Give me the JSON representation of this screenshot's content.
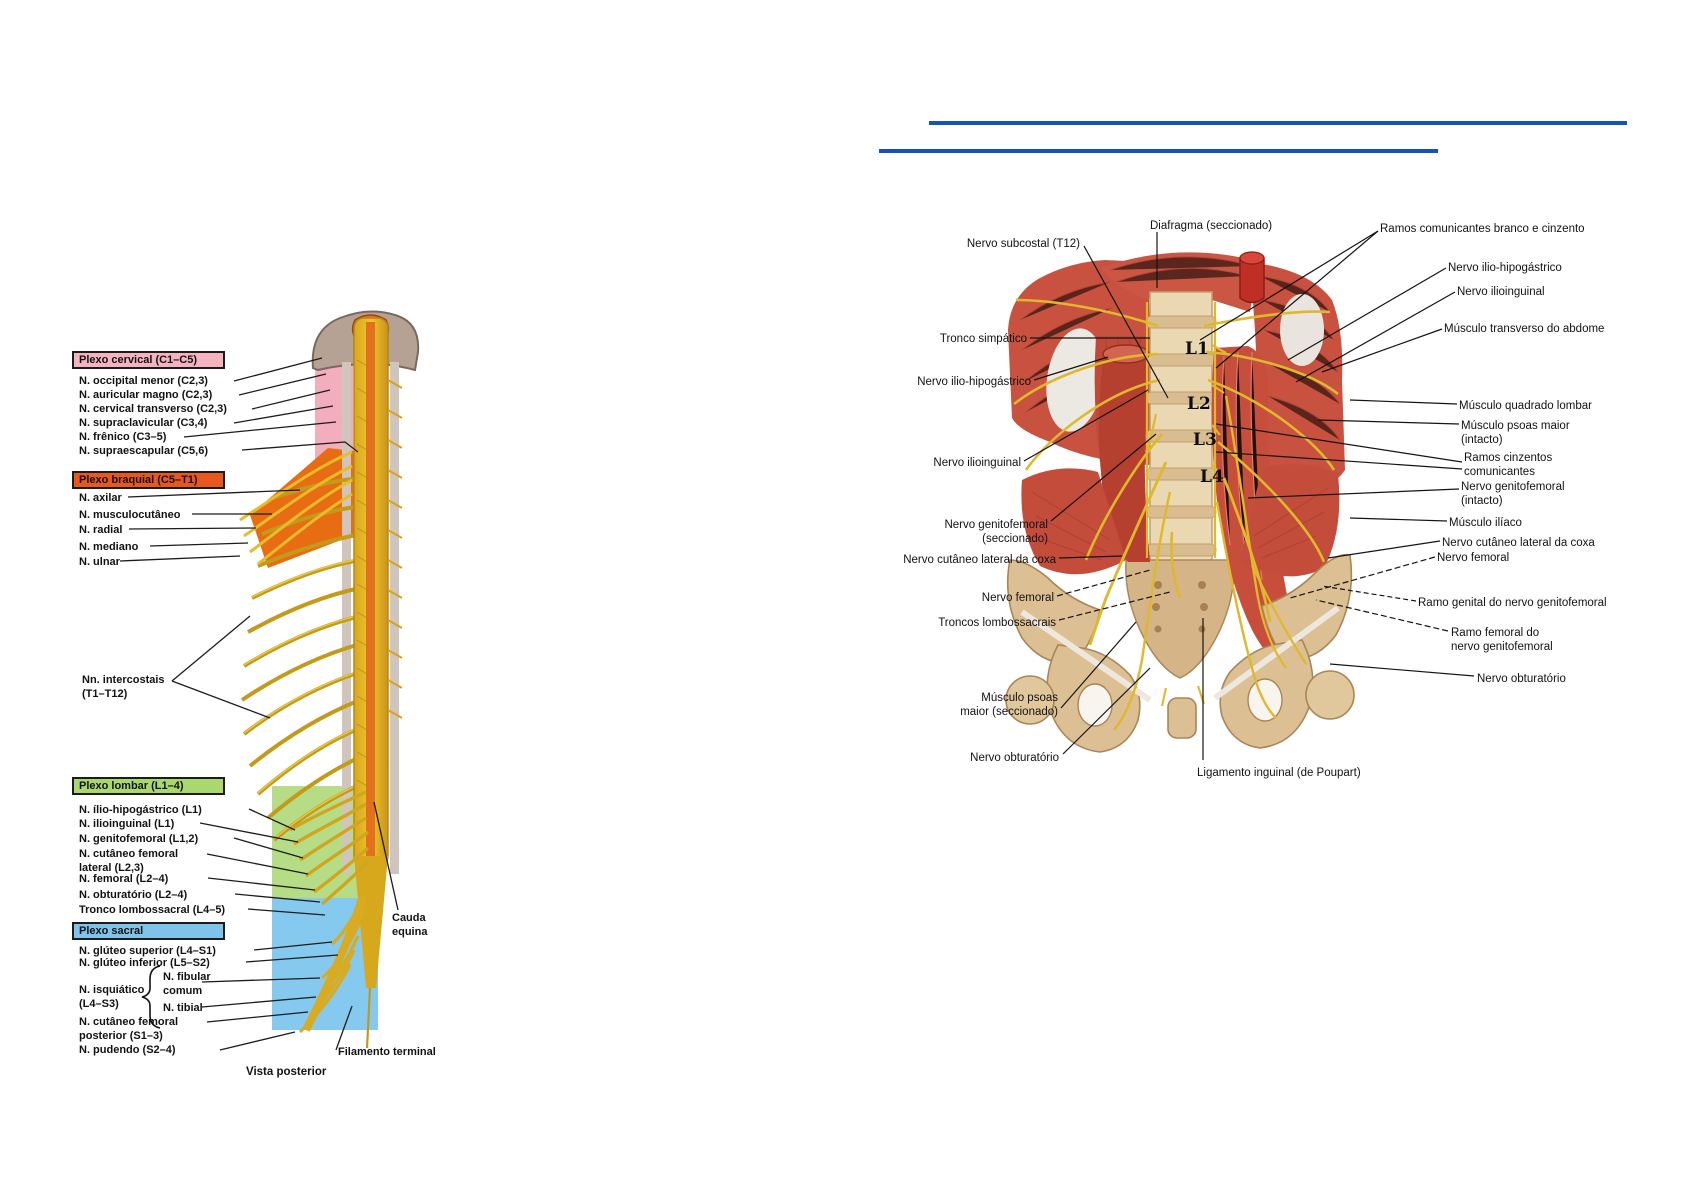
{
  "page": {
    "background": "#ffffff",
    "underline_color": "#1553b5"
  },
  "left_figure": {
    "colors": {
      "cervical_box": "#f5b3c0",
      "braquial_box": "#e8571c",
      "lombar_box": "#a9d96e",
      "sacral_box": "#7fc3ea",
      "nerve_yellow": "#d2a51e",
      "cord_orange": "#e2701c"
    },
    "header_cervical": "Plexo cervical (C1–C5)",
    "cervical": [
      "N. occipital menor (C2,3)",
      "N. auricular magno (C2,3)",
      "N. cervical transverso (C2,3)",
      "N. supraclavicular (C3,4)",
      "N. frênico (C3–5)",
      "N. supraescapular (C5,6)"
    ],
    "header_braquial": "Plexo braquial (C5–T1)",
    "braquial": [
      "N. axilar",
      "N. musculocutâneo",
      "N. radial",
      "N. mediano",
      "N. ulnar"
    ],
    "intercostais": "Nn. intercostais\n(T1–T12)",
    "header_lombar": "Plexo lombar (L1–4)",
    "lombar": [
      "N. ílio-hipogástrico (L1)",
      "N. ilioinguinal (L1)",
      "N. genitofemoral (L1,2)",
      "N. cutâneo femoral\nlateral (L2,3)",
      "N. femoral (L2–4)",
      "N. obturatório (L2–4)",
      "Tronco lombossacral (L4–5)"
    ],
    "header_sacral": "Plexo sacral",
    "sacral": [
      "N. glúteo superior (L4–S1)",
      "N. glúteo inferior (L5–S2)"
    ],
    "isquiatico": "N. isquiático\n(L4–S3)",
    "fibular": "N. fibular\ncomum",
    "tibial": "N. tibial",
    "cutaneo_posterior": "N. cutâneo femoral\nposterior (S1–3)",
    "pudendo": "N. pudendo (S2–4)",
    "cauda_equina": "Cauda\nequina",
    "filamento_terminal": "Filamento terminal",
    "caption": "Vista posterior"
  },
  "right_figure": {
    "vertebrae": [
      "L1",
      "L2",
      "L3",
      "L4"
    ],
    "labels": {
      "nervo_subcostal": "Nervo subcostal (T12)",
      "diafragma": "Diafragma (seccionado)",
      "tronco_simpatico": "Tronco simpático",
      "nervo_ilio_hipogastrico_esq": "Nervo ilio-hipogástrico",
      "nervo_ilioinguinal_esq": "Nervo ilioinguinal",
      "nervo_genitofemoral_esq": "Nervo genitofemoral\n(seccionado)",
      "nervo_cutaneo_lateral_esq": "Nervo cutâneo lateral da coxa",
      "nervo_femoral_esq": "Nervo femoral",
      "troncos_lombossacrais": "Troncos lombossacrais",
      "musculo_psoas_seccionado": "Músculo psoas\nmaior (seccionado)",
      "nervo_obturatorio_esq": "Nervo obturatório",
      "ligamento_inguinal": "Ligamento inguinal (de Poupart)",
      "ramos_comunicantes": "Ramos comunicantes branco e cinzento",
      "nervo_ilio_hipogastrico_dir": "Nervo ilio-hipogástrico",
      "nervo_ilioinguinal_dir": "Nervo ilioinguinal",
      "musculo_transverso": "Músculo transverso do abdome",
      "musculo_quadrado": "Músculo quadrado lombar",
      "musculo_psoas_intacto": "Músculo psoas maior\n(intacto)",
      "ramos_cinzentos": "Ramos cinzentos\ncomunicantes",
      "nervo_genitofemoral_intacto": "Nervo genitofemoral\n(intacto)",
      "musculo_iliaco": "Músculo ilíaco",
      "nervo_cutaneo_lateral_dir": "Nervo cutâneo lateral da coxa",
      "nervo_femoral_dir": "Nervo femoral",
      "ramo_genital": "Ramo genital do nervo genitofemoral",
      "ramo_femoral": "Ramo femoral do\nnervo genitofemoral",
      "nervo_obturatorio_dir": "Nervo obturatório"
    }
  }
}
